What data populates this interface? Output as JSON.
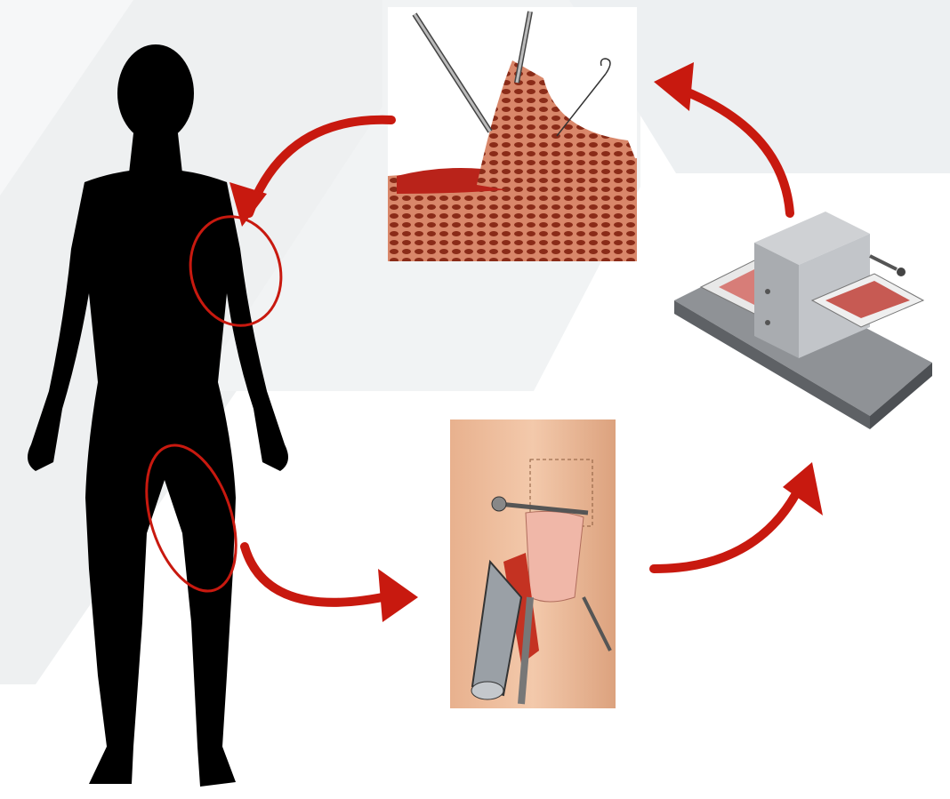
{
  "diagram": {
    "type": "skin-graft-process-cycle",
    "accent_color": "#c8190f",
    "silhouette_color": "#000000",
    "background_shape_color": "#eef0f1",
    "steps": [
      {
        "name": "donor-site-thigh",
        "icon": "red-circle-icon"
      },
      {
        "name": "harvest-with-dermatome",
        "icon": "dermatome-illustration"
      },
      {
        "name": "mesh-skin-machine",
        "icon": "mesher-machine-illustration"
      },
      {
        "name": "apply-meshed-graft",
        "icon": "meshed-graft-illustration"
      },
      {
        "name": "recipient-site-shoulder",
        "icon": "red-circle-icon"
      }
    ]
  }
}
